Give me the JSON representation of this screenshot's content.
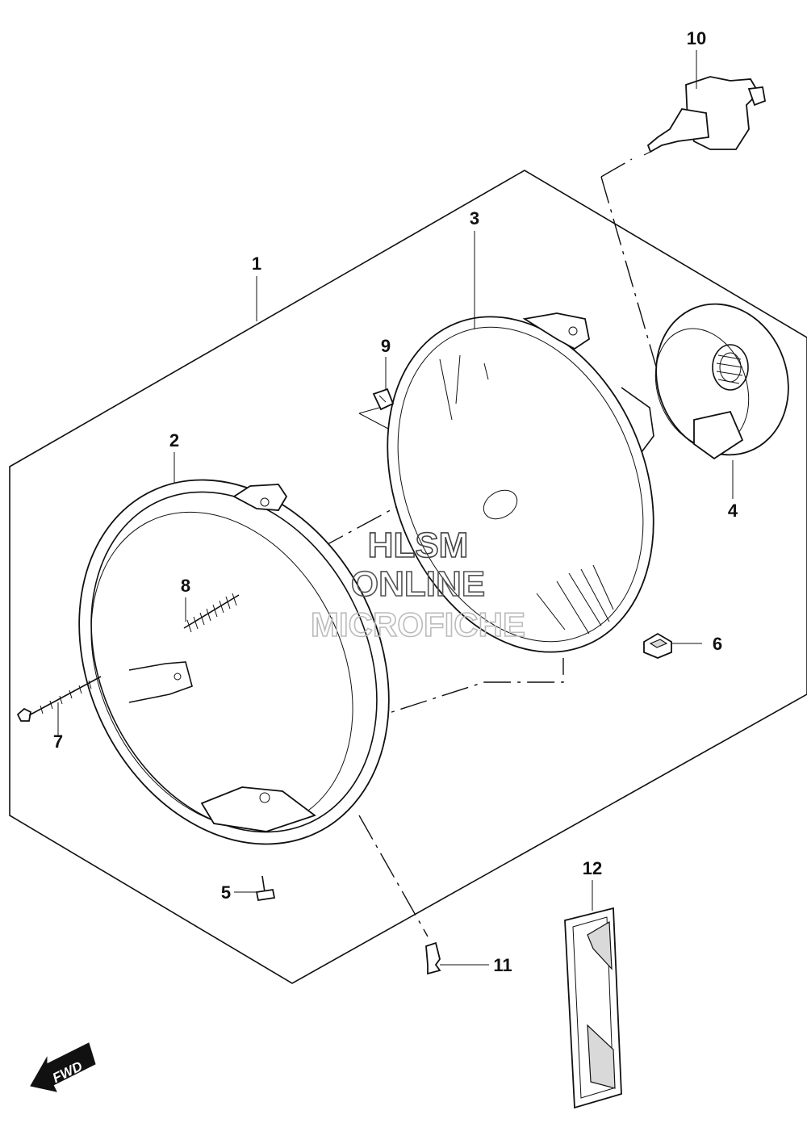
{
  "diagram": {
    "callouts": [
      {
        "id": "1",
        "label": "1"
      },
      {
        "id": "2",
        "label": "2"
      },
      {
        "id": "3",
        "label": "3"
      },
      {
        "id": "4",
        "label": "4"
      },
      {
        "id": "5",
        "label": "5"
      },
      {
        "id": "6",
        "label": "6"
      },
      {
        "id": "7",
        "label": "7"
      },
      {
        "id": "8",
        "label": "8"
      },
      {
        "id": "9",
        "label": "9"
      },
      {
        "id": "10",
        "label": "10"
      },
      {
        "id": "11",
        "label": "11"
      },
      {
        "id": "12",
        "label": "12"
      }
    ],
    "watermark": {
      "line1": "HLSM",
      "line2": "ONLINE",
      "line3": "MICROFICHE"
    },
    "fwd_label": "FWD"
  },
  "colors": {
    "line": "#111111",
    "watermark_dark": "#444444",
    "watermark_light": "#bbbbbb",
    "reflector_shade": "#d9d9d9"
  }
}
